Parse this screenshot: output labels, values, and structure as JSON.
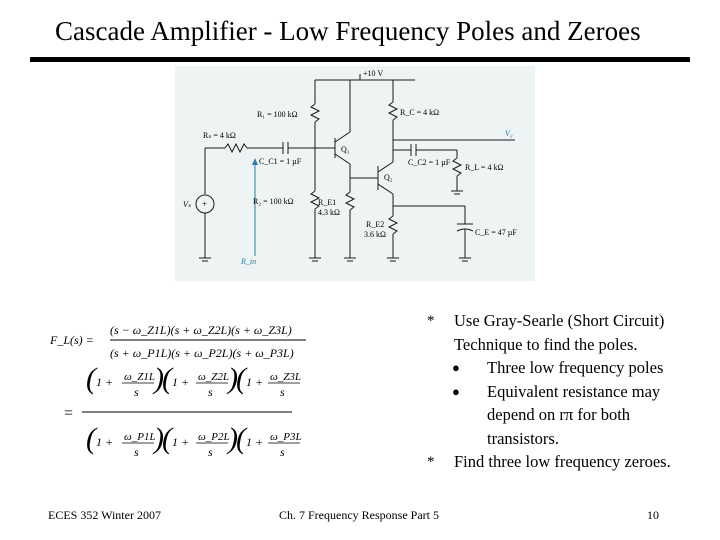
{
  "slide": {
    "title": "Cascade  Amplifier  - Low Frequency Poles and Zeroes"
  },
  "circuit": {
    "vcc": "+10 V",
    "r1": "R₁ = 100 kΩ",
    "rs": "Rₛ = 4 kΩ",
    "cc1": "C_C1 = 1 µF",
    "r2": "R₂ = 100 kΩ",
    "re1": "R_E1",
    "re1_value": "4.3 kΩ",
    "rc": "R_C = 4 kΩ",
    "cc2": "C_C2 = 1 µF",
    "rl": "R_L = 4 kΩ",
    "re2": "R_E2",
    "re2_value": "3.6 kΩ",
    "ce": "C_E = 47 µF",
    "q1": "Q₁",
    "q2": "Q₂",
    "vs": "Vₛ",
    "vo": "V₀",
    "rin": "R_in"
  },
  "formula": {
    "lhs": "F_L(s) =",
    "top_num": "(s − ω_Z1L)(s + ω_Z2L)(s + ω_Z3L)",
    "top_den": "(s + ω_P1L)(s + ω_P2L)(s + ω_P3L)",
    "eq": "=",
    "one_plus": "1 +",
    "s": "s",
    "omega_z1l": "ω_Z1L",
    "omega_z2l": "ω_Z2L",
    "omega_z3l": "ω_Z3L",
    "omega_p1l": "ω_P1L",
    "omega_p2l": "ω_P2L",
    "omega_p3l": "ω_P3L"
  },
  "bullets": {
    "star1": "*",
    "item1_line1": "Use Gray-Searle (Short Circuit)",
    "item1_line2": "Technique to find the poles.",
    "sub1": "Three low frequency poles",
    "sub2_line1": "Equivalent resistance may",
    "sub2_line2": "depend on rπ for both",
    "sub2_line3": "transistors.",
    "star2": "*",
    "item2": "Find three low frequency zeroes."
  },
  "footer": {
    "left": "ECES 352  Winter 2007",
    "middle": "Ch. 7 Frequency Response  Part 5",
    "page": "10"
  }
}
